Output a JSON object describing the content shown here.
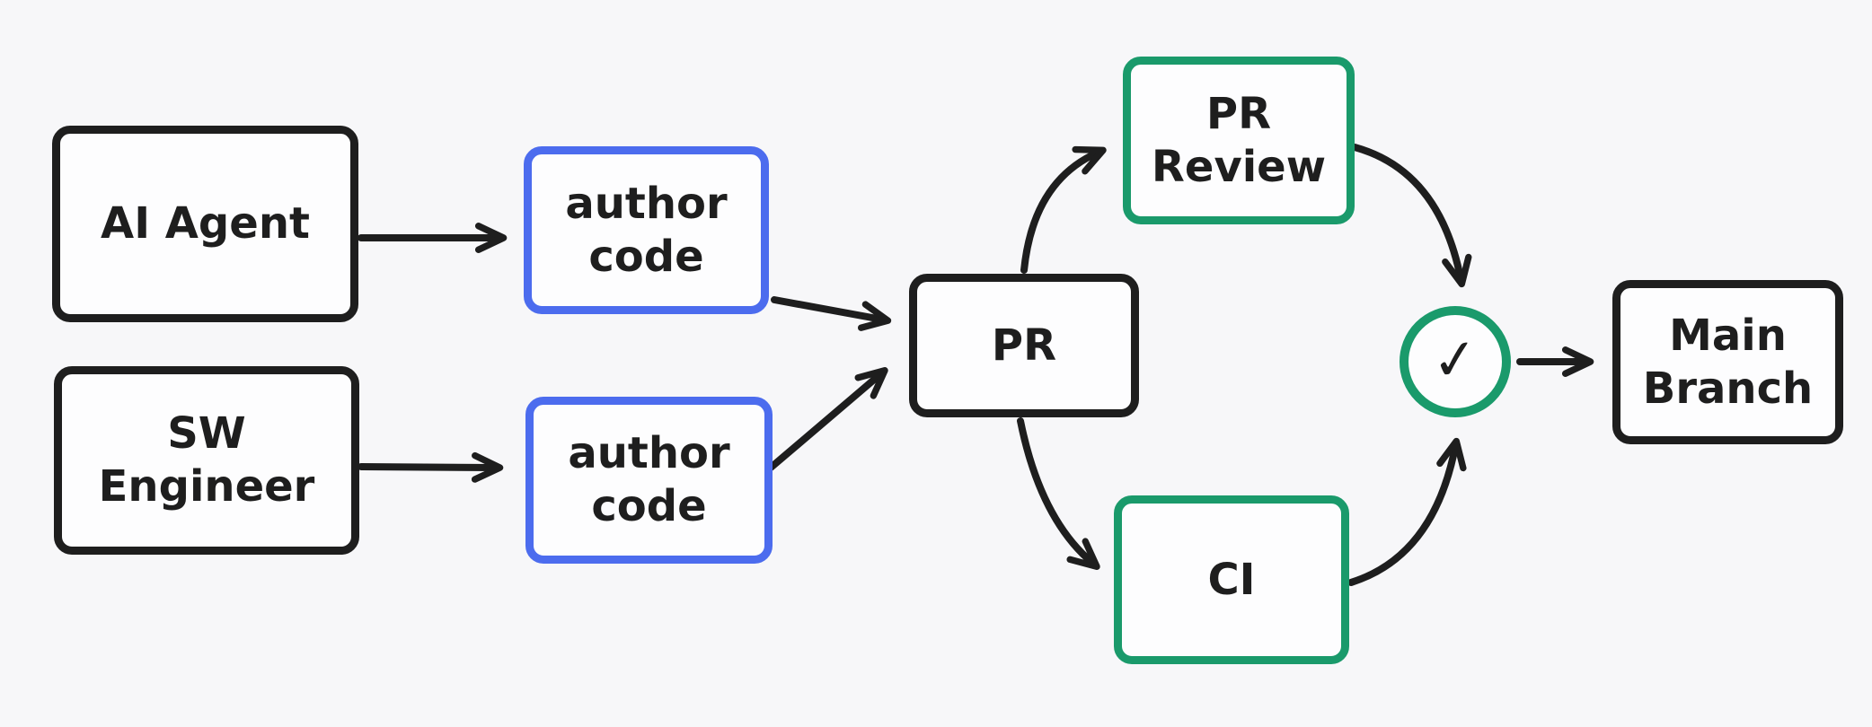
{
  "diagram": {
    "type": "flowchart",
    "nodes": {
      "ai_agent": {
        "label": "AI Agent",
        "border": "black"
      },
      "sw_engineer": {
        "label": "SW\nEngineer",
        "border": "black"
      },
      "author_code_top": {
        "label": "author\ncode",
        "border": "blue"
      },
      "author_code_bottom": {
        "label": "author\ncode",
        "border": "blue"
      },
      "pr": {
        "label": "PR",
        "border": "black"
      },
      "pr_review": {
        "label": "PR\nReview",
        "border": "green"
      },
      "ci": {
        "label": "CI",
        "border": "green"
      },
      "checks_passed": {
        "glyph": "✓",
        "border": "green",
        "shape": "circle"
      },
      "main_branch": {
        "label": "Main\nBranch",
        "border": "black"
      }
    },
    "connections": [
      {
        "from": "ai-agent",
        "to": "author-code-top"
      },
      {
        "from": "sw-engineer",
        "to": "author-code-bottom"
      },
      {
        "from": "author-code-top",
        "to": "pr"
      },
      {
        "from": "author-code-bottom",
        "to": "pr"
      },
      {
        "from": "pr",
        "to": "pr-review"
      },
      {
        "from": "pr",
        "to": "ci"
      },
      {
        "from": "pr-review",
        "to": "checks-passed"
      },
      {
        "from": "ci",
        "to": "checks-passed"
      },
      {
        "from": "checks-passed",
        "to": "main-branch"
      }
    ],
    "colors": {
      "canvas_background": "#f7f7f9",
      "node_fill": "#fdfdfe",
      "stroke_black": "#1e1e1e",
      "stroke_blue": "#4c6cee",
      "stroke_green": "#1a9a6b"
    }
  }
}
